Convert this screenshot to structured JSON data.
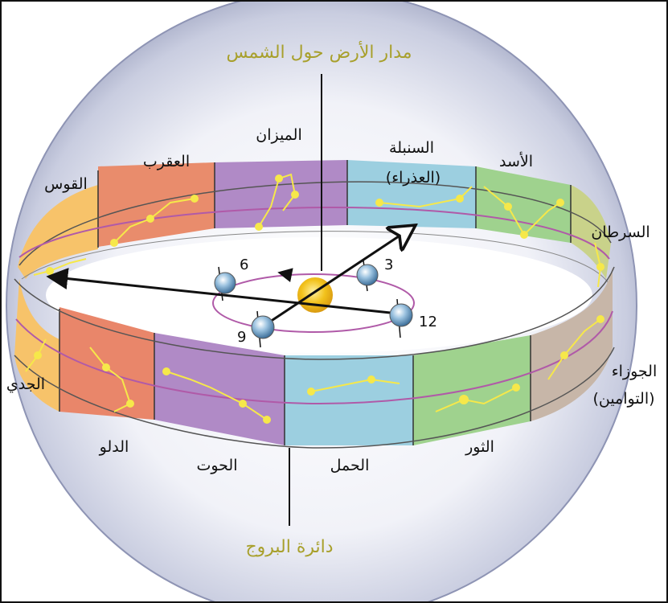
{
  "title_top": "مدار الأرض حول الشمس",
  "title_bottom": "دائرة البروج",
  "orbit_positions": {
    "p3": "3",
    "p6": "6",
    "p9": "9",
    "p12": "12"
  },
  "constellations": {
    "leo": "الأسد",
    "virgo_line1": "السنبلة",
    "virgo_line2": "(العذراء)",
    "libra": "الميزان",
    "scorpio": "العقرب",
    "sagittarius": "القوس",
    "cancer": "السرطان",
    "gemini_line1": "الجوزاء",
    "gemini_line2": "(التوامين)",
    "capricorn": "الجدي",
    "aquarius": "الدلو",
    "pisces": "الحوت",
    "aries": "الحمل",
    "taurus": "الثور"
  },
  "colors": {
    "title": "#a8a02c",
    "sun": "#f2c21c",
    "orbit": "#b05aa8",
    "arrow": "#111111",
    "star": "#f6e84a"
  }
}
